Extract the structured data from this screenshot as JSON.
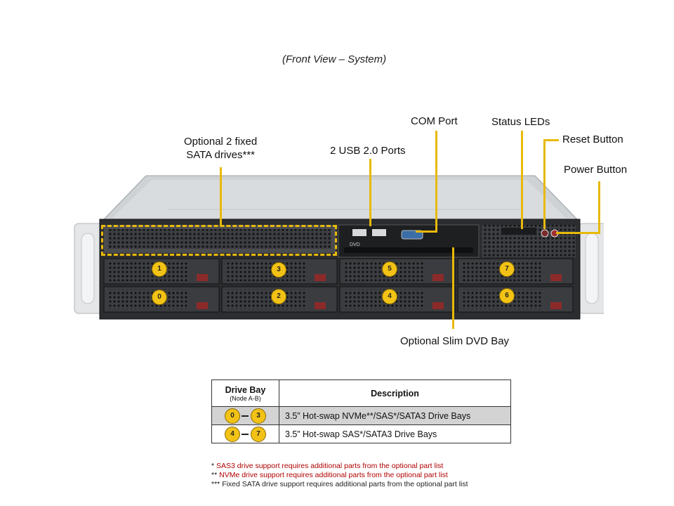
{
  "caption": "(Front View – System)",
  "callouts": {
    "sata_fixed": [
      "Optional 2 fixed",
      "SATA drives***"
    ],
    "usb": "2 USB 2.0 Ports",
    "com": "COM Port",
    "status": "Status LEDs",
    "reset": "Reset Button",
    "power": "Power Button",
    "dvd_bay": "Optional Slim DVD Bay"
  },
  "dvd_logo": "DVD",
  "drive_bays": [
    {
      "label": "1"
    },
    {
      "label": "3"
    },
    {
      "label": "5"
    },
    {
      "label": "7"
    },
    {
      "label": "0"
    },
    {
      "label": "2"
    },
    {
      "label": "4"
    },
    {
      "label": "6"
    }
  ],
  "table": {
    "header_bay": "Drive Bay",
    "header_bay_sub": "(Node A-B)",
    "header_desc": "Description",
    "rows": [
      {
        "from": "0",
        "to": "3",
        "desc": "3.5” Hot-swap NVMe**/SAS*/SATA3 Drive Bays"
      },
      {
        "from": "4",
        "to": "7",
        "desc": "3.5” Hot-swap SAS*/SATA3 Drive Bays"
      }
    ]
  },
  "footnotes": [
    {
      "mark": "*",
      "text": "SAS3 drive support requires additional parts from the optional part list"
    },
    {
      "mark": "**",
      "text": "NVMe drive support requires additional parts from the optional part list"
    },
    {
      "mark": "***",
      "text": "Fixed SATA drive support requires additional parts from the optional part list"
    }
  ],
  "colors": {
    "accent": "#f2c316",
    "row_highlight": "#d3d3d3",
    "footnote_red": "#b00000"
  }
}
